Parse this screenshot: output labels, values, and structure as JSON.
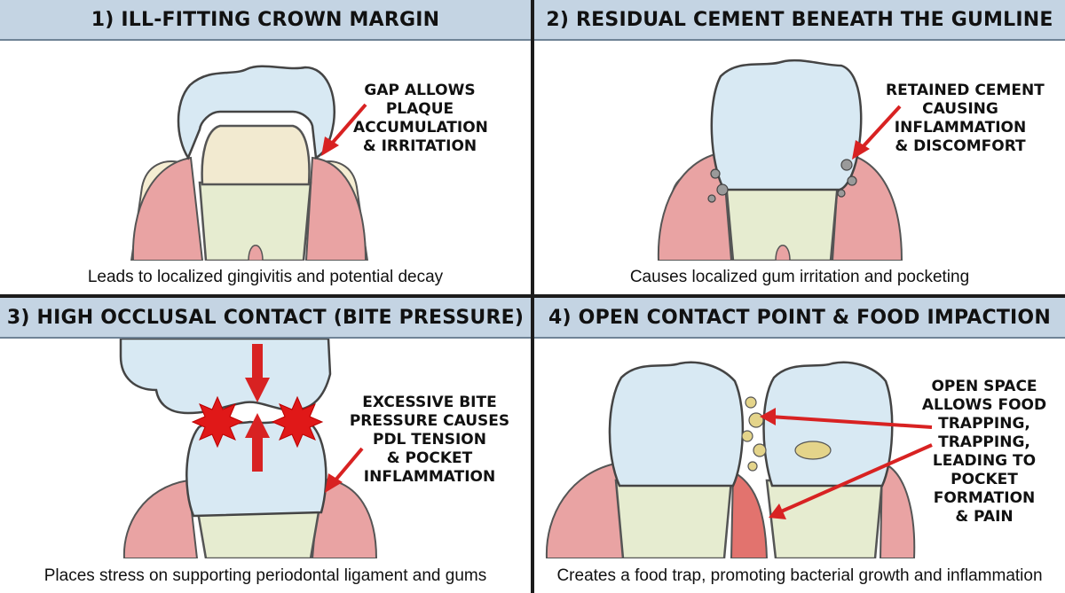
{
  "panels": [
    {
      "title": "1) ILL-FITTING CROWN MARGIN",
      "callout_lines": [
        "GAP ALLOWS",
        "PLAQUE",
        "ACCUMULATION",
        "& IRRITATION"
      ],
      "caption": "Leads to localized gingivitis and potential decay"
    },
    {
      "title": "2) RESIDUAL CEMENT BENEATH THE GUMLINE",
      "callout_lines": [
        "RETAINED CEMENT",
        "CAUSING",
        "INFLAMMATION",
        "& DISCOMFORT"
      ],
      "caption": "Causes localized gum irritation and pocketing"
    },
    {
      "title": "3) HIGH OCCLUSAL CONTACT (BITE PRESSURE)",
      "callout_lines": [
        "EXCESSIVE BITE",
        "PRESSURE CAUSES",
        "PDL TENSION",
        "& POCKET",
        "INFLAMMATION"
      ],
      "caption": "Places stress on supporting periodontal ligament and gums"
    },
    {
      "title": "4) OPEN CONTACT POINT & FOOD IMPACTION",
      "callout_lines": [
        "OPEN SPACE",
        "ALLOWS FOOD",
        "TRAPPING,",
        "TRAPPING,",
        "LEADING TO",
        "POCKET",
        "FORMATION",
        "& PAIN"
      ],
      "caption": "Creates a food trap, promoting bacterial growth and inflammation"
    }
  ],
  "colors": {
    "header_bg": "#c4d4e3",
    "divider": "#1c1c1c",
    "enamel": "#d8e9f3",
    "root": "#e6ecd0",
    "gum": "#e9a3a3",
    "arrow": "#d82222",
    "cement": "#9a9a9a",
    "food": "#e4d48a"
  },
  "icons": {
    "pointer": "red-arrow-icon",
    "impact": "red-starburst-icon"
  }
}
